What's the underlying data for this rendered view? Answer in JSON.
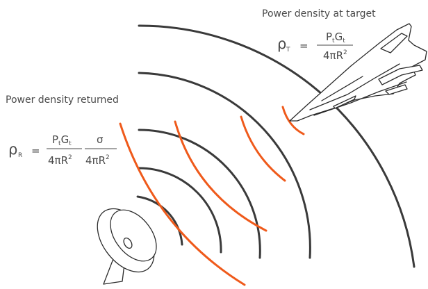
{
  "colors": {
    "transmit_wave": "#3a3a3a",
    "return_wave": "#ef5a1b",
    "text": "#4a4a4a",
    "outline": "#2a2a2a"
  },
  "target_caption": "Power density at target",
  "returned_caption": "Power density returned",
  "target_eq": {
    "symbol": "ρ",
    "subscript": "T",
    "equals": "=",
    "num": {
      "P": "P",
      "t1": "t",
      "G": "G",
      "t2": "t"
    },
    "den": {
      "base": "4πR",
      "exp": "2"
    }
  },
  "returned_eq": {
    "symbol": "ρ",
    "subscript": "R",
    "equals": "=",
    "num": {
      "P": "P",
      "t1": "t",
      "G": "G",
      "t2": "t"
    },
    "den": {
      "base": "4πR",
      "exp": "2"
    },
    "num2": "σ",
    "den2": {
      "base": "4πR",
      "exp": "2"
    }
  },
  "icons": [
    "radar-dish-icon",
    "fighter-jet-icon"
  ]
}
